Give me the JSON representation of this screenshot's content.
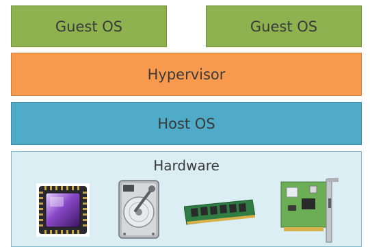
{
  "layers": {
    "guest_os_1": "Guest OS",
    "guest_os_2": "Guest OS",
    "hypervisor": "Hypervisor",
    "host_os": "Host OS",
    "hardware": "Hardware"
  },
  "hardware_icons": [
    "cpu-icon",
    "hard-drive-icon",
    "ram-module-icon",
    "expansion-card-icon"
  ],
  "colors": {
    "guest_os": "#8db24f",
    "hypervisor": "#f79a4e",
    "host_os": "#4fabc8",
    "hardware": "#daeef3"
  }
}
